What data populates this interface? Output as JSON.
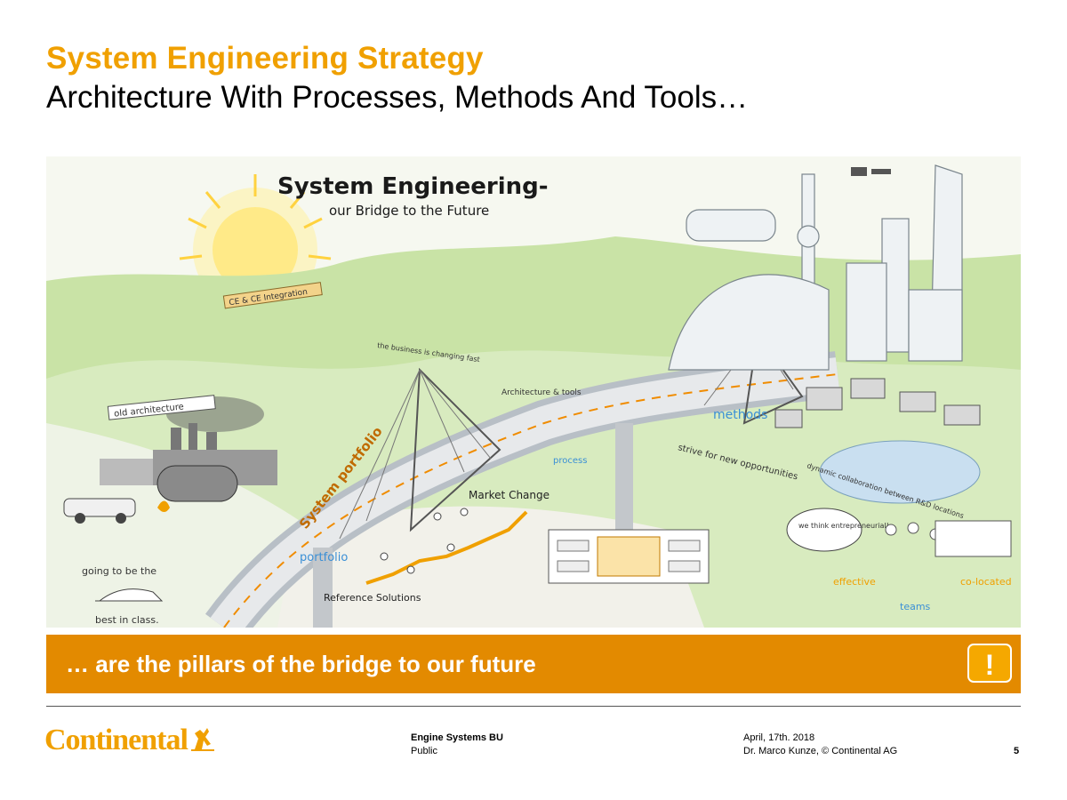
{
  "header": {
    "title": "System Engineering Strategy",
    "subtitle": "Architecture With Processes, Methods And Tools…"
  },
  "illustration": {
    "main_title": "System Engineering-",
    "main_subtitle": "our Bridge to the Future",
    "labels": {
      "integration": "CE & CE Integration",
      "business": "the business is changing fast",
      "old_architecture": "old architecture",
      "architecture_tools": "Architecture & tools",
      "system_portfolio": "System portfolio",
      "methods": "methods",
      "process": "process",
      "strive": "strive for new opportunities",
      "collaboration": "dynamic collaboration between R&D locations",
      "market_change": "Market Change",
      "portfolio": "portfolio",
      "reference_solutions": "Reference Solutions",
      "best_in_class_1": "going to be the",
      "best_in_class_2": "best in class.",
      "entrepreneurial": "we think entrepreneurial!",
      "effective": "effective",
      "teams": "teams",
      "co_located": "co-located"
    },
    "colors": {
      "sky": "#f4f7ee",
      "grass": "#b6d98d",
      "sun": "#ffd84a",
      "accent": "#f08c00",
      "blue": "#3a8fd6"
    }
  },
  "banner": {
    "text": "… are the pillars of the bridge to our future",
    "icon_glyph": "!",
    "icon": "exclamation-icon",
    "color": "#e38a00"
  },
  "footer": {
    "logo_text": "Continental",
    "logo_icon": "horse-icon",
    "business_unit": "Engine Systems BU",
    "classification": "Public",
    "date": "April, 17th. 2018",
    "author": "Dr. Marco Kunze, © Continental AG",
    "page": "5"
  }
}
